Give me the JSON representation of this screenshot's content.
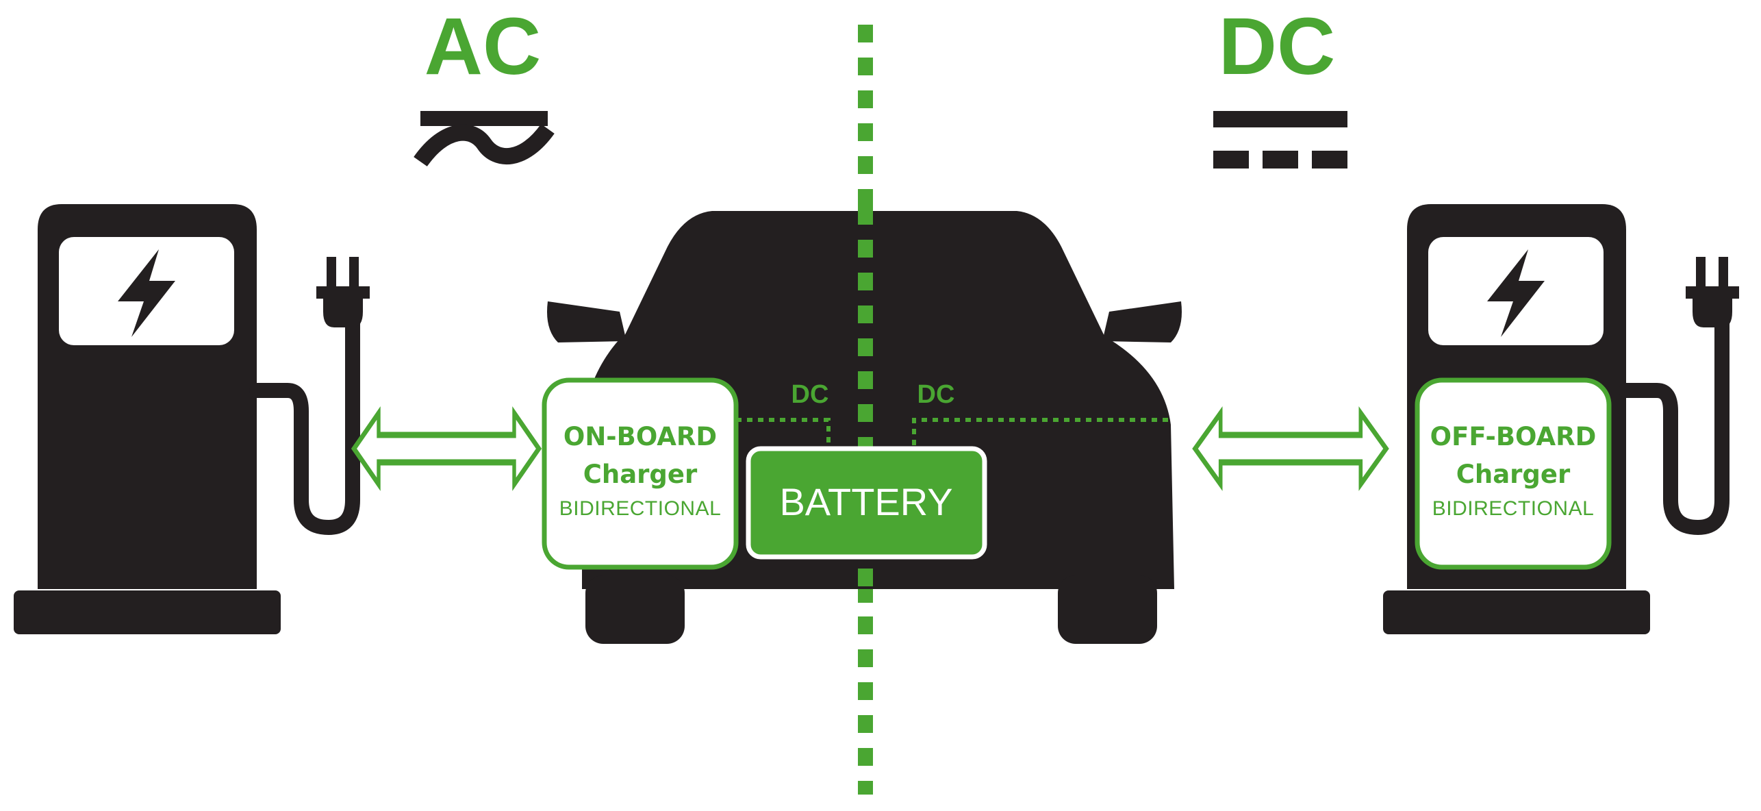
{
  "colors": {
    "accent": "#4aa632",
    "dark": "#231f20",
    "background": "#ffffff"
  },
  "headings": {
    "ac": "AC",
    "dc": "DC"
  },
  "car": {
    "dc_label_left": "DC",
    "dc_label_right": "DC",
    "battery_label": "BATTERY"
  },
  "onboard_charger": {
    "line1": "ON-BOARD",
    "line2": "Charger",
    "line3": "BIDIRECTIONAL"
  },
  "offboard_charger": {
    "line1": "OFF-BOARD",
    "line2": "Charger",
    "line3": "BIDIRECTIONAL"
  },
  "icons": {
    "ac_symbol": "ac-wave-symbol-icon",
    "dc_symbol": "dc-symbol-icon",
    "station": "charging-station-icon",
    "bolt": "lightning-bolt-icon",
    "plug": "plug-icon",
    "arrow": "double-arrow-icon"
  }
}
